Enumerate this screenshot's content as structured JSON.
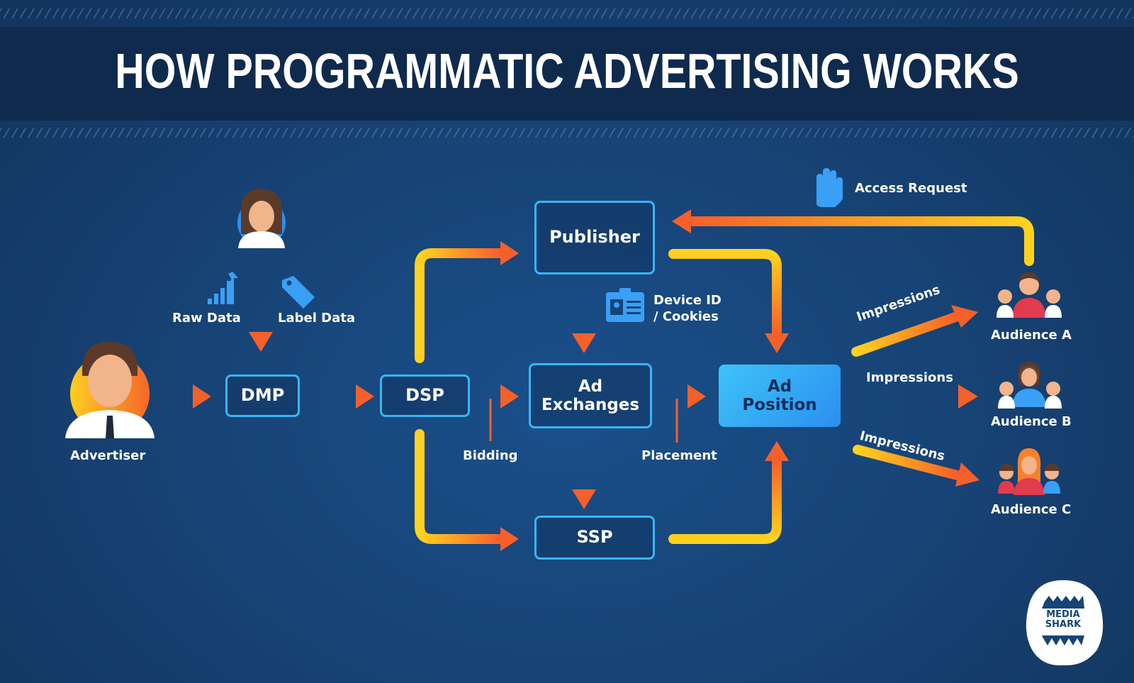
{
  "title": "HOW PROGRAMMATIC ADVERTISING WORKS",
  "nodes": {
    "dmp": "DMP",
    "dsp": "DSP",
    "publisher": "Publisher",
    "ad_exchanges": "Ad Exchanges",
    "ssp": "SSP",
    "ad_position": "Ad Position"
  },
  "labels": {
    "advertiser": "Advertiser",
    "raw_data": "Raw Data",
    "label_data": "Label Data",
    "device_id": "Device ID",
    "cookies": "/ Cookies",
    "bidding": "Bidding",
    "placement": "Placement",
    "access_request": "Access Request",
    "impressions_a": "Impressions",
    "impressions_b": "Impressions",
    "impressions_c": "Impressions",
    "audience_a": "Audience A",
    "audience_b": "Audience B",
    "audience_c": "Audience C"
  },
  "logo": {
    "line1": "MEDIA",
    "line2": "SHARK"
  },
  "colors": {
    "background": "#174477",
    "title_band": "#0f2a4d",
    "box_border": "#39b6f5",
    "arrow_start": "#ffd21f",
    "arrow_end": "#f5602a",
    "ad_position_fill": "#3ec3f7"
  },
  "icons": [
    "user-woman-icon",
    "advertiser-man-icon",
    "bar-chart-arrow-icon",
    "tag-icon",
    "id-card-icon",
    "hand-stop-icon",
    "audience-group-icon",
    "shark-logo-icon"
  ]
}
